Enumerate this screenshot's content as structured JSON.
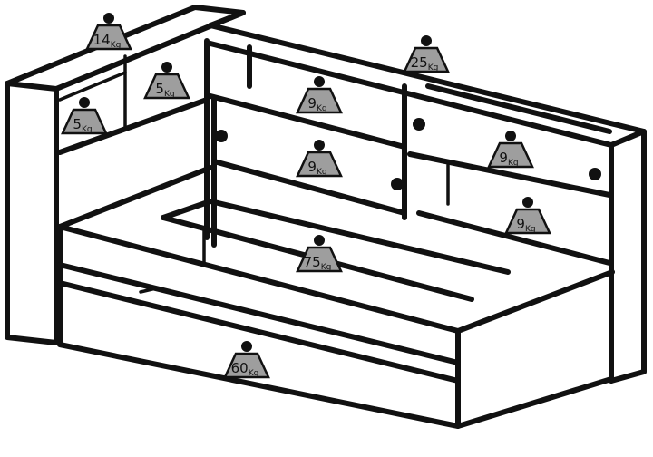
{
  "weights": [
    {
      "id": "top-left-shelf",
      "value": "14",
      "unit": "Kg"
    },
    {
      "id": "upper-left-cubby",
      "value": "5",
      "unit": "Kg"
    },
    {
      "id": "lower-left-cubby",
      "value": "5",
      "unit": "Kg"
    },
    {
      "id": "top-back-shelf",
      "value": "25",
      "unit": "Kg"
    },
    {
      "id": "open-shelf-left",
      "value": "9",
      "unit": "Kg"
    },
    {
      "id": "door-compartment-left",
      "value": "9",
      "unit": "Kg"
    },
    {
      "id": "door-compartment-right",
      "value": "9",
      "unit": "Kg"
    },
    {
      "id": "open-shelf-right",
      "value": "9",
      "unit": "Kg"
    },
    {
      "id": "mattress-deck",
      "value": "75",
      "unit": "Kg"
    },
    {
      "id": "trundle-drawer",
      "value": "60",
      "unit": "Kg"
    }
  ]
}
